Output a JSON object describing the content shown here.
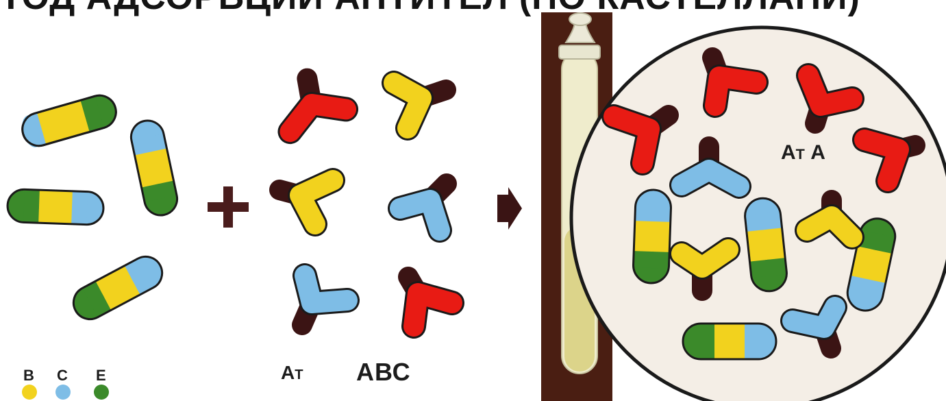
{
  "title": "ТОД АДСОРБЦИИ АНТИТЕЛ (ПО КАСТЕЛЛАНИ)",
  "labels": {
    "antibodies_left": "А",
    "antibodies_small": "Т",
    "antigens": "АВС",
    "result_prefix": "А",
    "result_small": "Т",
    "result_suffix": " А"
  },
  "legend": [
    {
      "letter": "В",
      "color": "#f2d21e"
    },
    {
      "letter": "С",
      "color": "#7ebde6"
    },
    {
      "letter": "Е",
      "color": "#3b8a2a"
    }
  ],
  "colors": {
    "antibody_red": "#e81b14",
    "antibody_yellow": "#f2d21e",
    "antibody_blue": "#7ebde6",
    "antibody_stem": "#3b1414",
    "bacteria_yellow": "#f2d21e",
    "bacteria_blue": "#7ebde6",
    "bacteria_green": "#3b8a2a",
    "tube_frame": "#4a1e12",
    "tube_glass": "#efeccc",
    "tube_liquid": "#dcd48a",
    "circle_bg": "#f4eee6"
  }
}
